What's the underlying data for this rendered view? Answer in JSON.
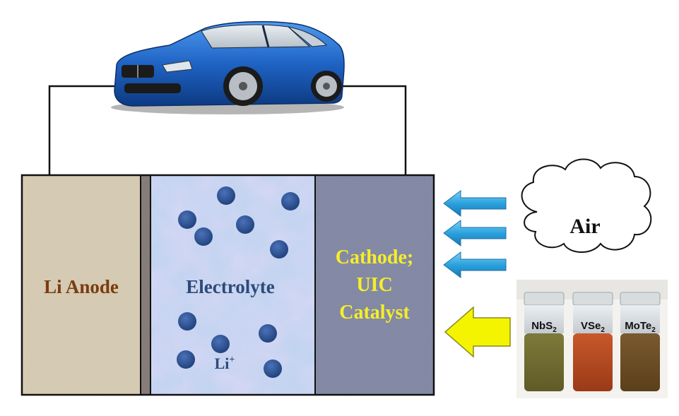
{
  "cell": {
    "anode_label": "Li Anode",
    "electrolyte_label": "Electrolyte",
    "ion_label": {
      "base": "Li",
      "sup": "+"
    },
    "cathode_lines": [
      "Cathode;",
      "UIC",
      "Catalyst"
    ]
  },
  "air_label": "Air",
  "vials": [
    {
      "base": "NbS",
      "sub": "2"
    },
    {
      "base": "VSe",
      "sub": "2"
    },
    {
      "base": "MoTe",
      "sub": "2"
    }
  ],
  "colors": {
    "anode": "#d9cdb4",
    "separator": "#8a7a6a",
    "electrolyte": "#bcd3ef",
    "cathode": "#8a90a8",
    "ion": "#2c4f8c",
    "anode_text": "#7a3c10",
    "electrolyte_text": "#2c4a78",
    "cathode_text": "#f5ee2a",
    "air_arrow": "#29a0dc",
    "catalyst_arrow": "#f4f400",
    "car_body": "#1f63c4"
  }
}
